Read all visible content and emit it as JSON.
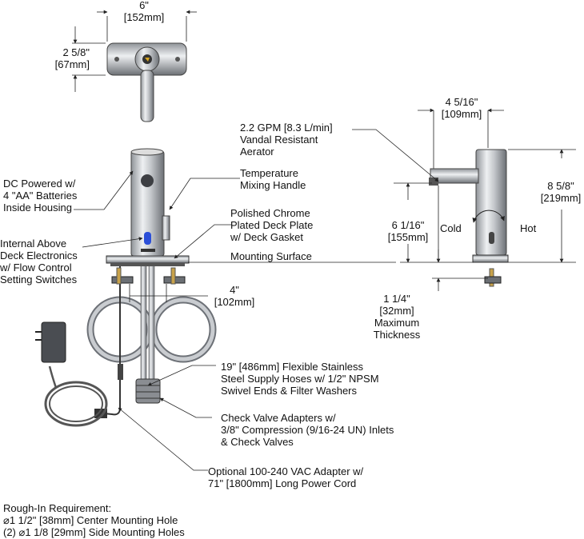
{
  "top_view": {
    "width_in": "6\"",
    "width_mm": "[152mm]",
    "depth_in": "2 5/8\"",
    "depth_mm": "[67mm]"
  },
  "front_view": {
    "callouts": {
      "dc_power": [
        "DC Powered w/",
        "4 \"AA\" Batteries",
        "Inside Housing"
      ],
      "temp_handle": [
        "Temperature",
        "Mixing Handle"
      ],
      "deck_plate": [
        "Polished Chrome",
        "Plated Deck Plate",
        "w/ Deck Gasket"
      ],
      "electronics": [
        "Internal Above",
        "Deck Electronics",
        "w/ Flow Control",
        "Setting Switches"
      ],
      "mounting_surface": "Mounting Surface",
      "hoses": [
        "19\" [486mm] Flexible Stainless",
        "Steel Supply Hoses w/ 1/2\" NPSM",
        "Swivel Ends & Filter Washers"
      ],
      "check_valves": [
        "Check Valve Adapters w/",
        "3/8\" Compression (9/16-24 UN) Inlets",
        "& Check Valves"
      ],
      "adapter": [
        "Optional 100-240 VAC Adapter w/",
        "71\" [1800mm] Long Power Cord"
      ]
    },
    "centers_in": "4\"",
    "centers_mm": "[102mm]"
  },
  "side_view": {
    "aerator": [
      "2.2 GPM [8.3 L/min]",
      "Vandal Resistant",
      "Aerator"
    ],
    "reach_in": "4 5/16\"",
    "reach_mm": "[109mm]",
    "height_in": "8 5/8\"",
    "height_mm": "[219mm]",
    "spout_height_in": "6 1/16\"",
    "spout_height_mm": "[155mm]",
    "cold_label": "Cold",
    "hot_label": "Hot",
    "max_thickness_in": "1 1/4\"",
    "max_thickness_mm": "[32mm]",
    "max_thickness_label": [
      "Maximum",
      "Thickness"
    ]
  },
  "rough_in": {
    "title": "Rough-In Requirement:",
    "line1": "⌀1 1/2\" [38mm] Center Mounting Hole",
    "line2": "(2) ⌀1 1/8 [29mm] Side Mounting Holes"
  },
  "colors": {
    "chrome": "#c9ccd0",
    "chrome_dark": "#7a7e84",
    "sensor_blue": "#2b4fd8",
    "brass": "#c8a24a",
    "line": "#222222"
  }
}
